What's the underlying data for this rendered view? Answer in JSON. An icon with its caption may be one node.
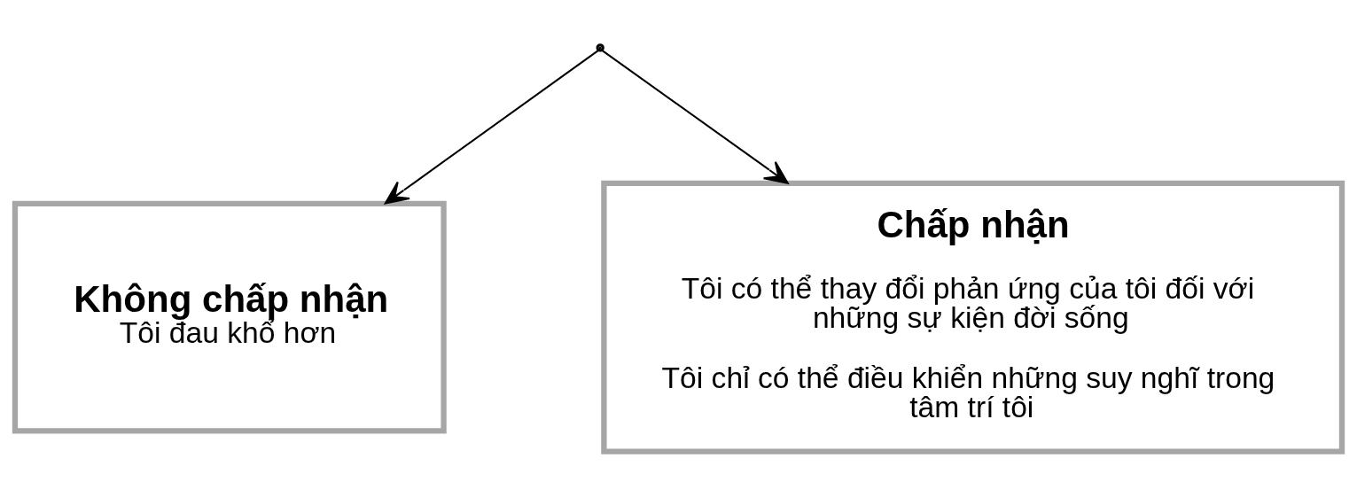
{
  "diagram": {
    "nodes": [
      {
        "text": [],
        "shape": "point"
      },
      {
        "text": [
          "Không chấp nhận",
          "Tôi đau khổ hơn"
        ]
      },
      {
        "text": [
          "Chấp nhận",
          "Tôi có thể thay đổi phản ứng của tôi đối với những sự kiện đời sống",
          "Tôi chỉ có thể điều khiển những suy nghĩ trong tâm trí tôi"
        ]
      }
    ],
    "edges": [
      {
        "from": 0,
        "to": 1,
        "arrow": "to"
      },
      {
        "from": 0,
        "to": 2,
        "arrow": "to"
      }
    ]
  }
}
